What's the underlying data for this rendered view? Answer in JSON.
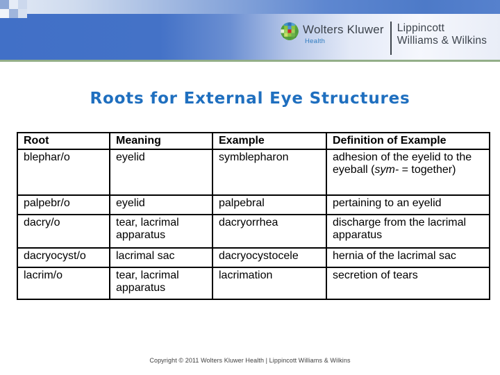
{
  "header": {
    "logo": {
      "icon": "wolters-kluwer-globe-icon",
      "brand": "Wolters Kluwer",
      "division": "Health",
      "imprint_line1": "Lippincott",
      "imprint_line2": "Williams & Wilkins"
    }
  },
  "slide": {
    "title": "Roots for External Eye Structures"
  },
  "table": {
    "headers": [
      "Root",
      "Meaning",
      "Example",
      "Definition of Example"
    ],
    "rows": [
      {
        "root": "blephar/o",
        "meaning": "eyelid",
        "example": "symblepharon",
        "definition": {
          "before": "adhesion of the eyelid to the eyeball (",
          "italic": "sym-",
          "after": " = together)"
        }
      },
      {
        "root": "palpebr/o",
        "meaning": "eyelid",
        "example": "palpebral",
        "definition": {
          "before": "pertaining to an eyelid",
          "italic": "",
          "after": ""
        }
      },
      {
        "root": "dacry/o",
        "meaning": "tear, lacrimal apparatus",
        "example": "dacryorrhea",
        "definition": {
          "before": "discharge from the lacrimal apparatus",
          "italic": "",
          "after": ""
        }
      },
      {
        "root": "dacryocyst/o",
        "meaning": "lacrimal sac",
        "example": "dacryocystocele",
        "definition": {
          "before": "hernia of the lacrimal sac",
          "italic": "",
          "after": ""
        }
      },
      {
        "root": "lacrim/o",
        "meaning": "tear, lacrimal apparatus",
        "example": "lacrimation",
        "definition": {
          "before": "secretion of tears",
          "italic": "",
          "after": ""
        }
      }
    ]
  },
  "footer": {
    "copyright": "Copyright © 2011 Wolters Kluwer Health | Lippincott Williams & Wilkins"
  },
  "colors": {
    "title_blue": "#1f6fbf",
    "band_blue": "#4472c7",
    "green_divider": "#93ae88",
    "health_blue": "#2e7bbf",
    "logo_text": "#3c434c"
  }
}
